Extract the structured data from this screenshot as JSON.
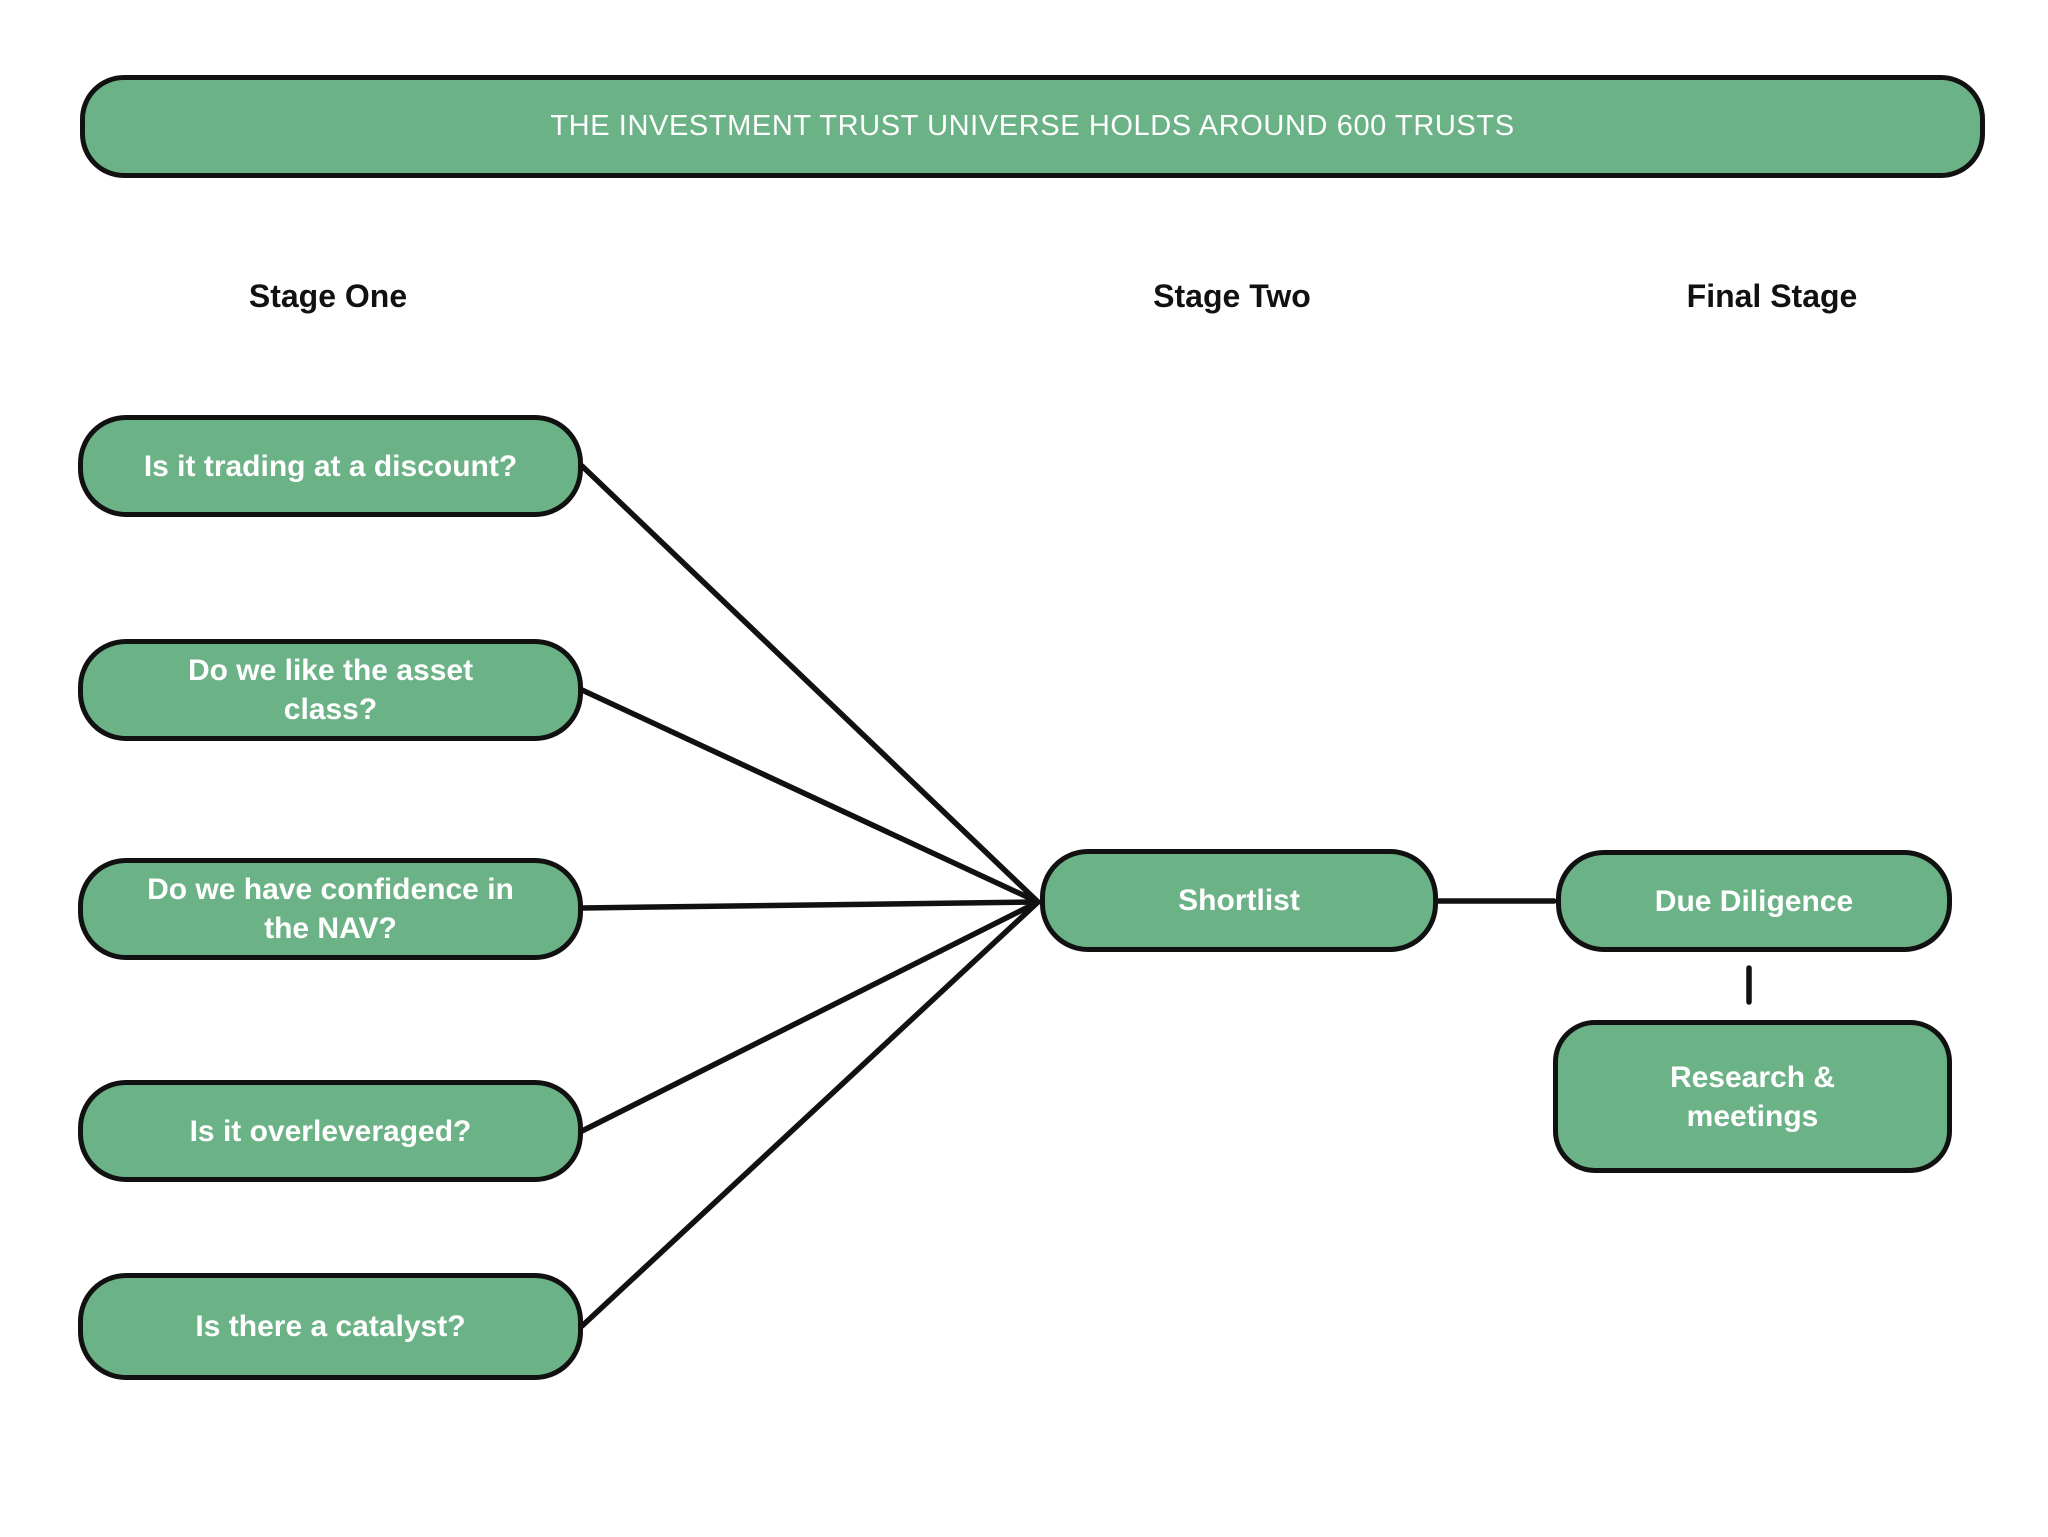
{
  "banner": {
    "text": "THE INVESTMENT TRUST UNIVERSE HOLDS AROUND 600 TRUSTS"
  },
  "stage_labels": {
    "one": "Stage One",
    "two": "Stage Two",
    "final": "Final Stage"
  },
  "stage_one": {
    "boxes": [
      {
        "label": "Is it trading at a discount?"
      },
      {
        "label": "Do we like the asset\nclass?"
      },
      {
        "label": "Do we have confidence in\nthe NAV?"
      },
      {
        "label": "Is it overleveraged?"
      },
      {
        "label": "Is there a catalyst?"
      }
    ]
  },
  "stage_two": {
    "box": {
      "label": "Shortlist"
    }
  },
  "final_stage": {
    "boxes": [
      {
        "label": "Due Diligence"
      },
      {
        "label": "Research &\nmeetings"
      }
    ]
  },
  "colors": {
    "node_fill": "#6CB287",
    "node_border": "#111111",
    "node_text": "#FFFFFF",
    "connector": "#111111",
    "heading_text": "#111111",
    "background": "#FFFFFF"
  }
}
